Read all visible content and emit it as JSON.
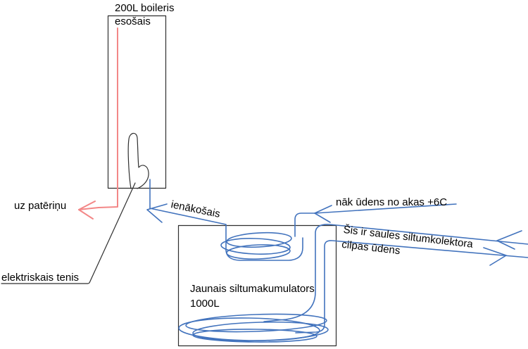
{
  "diagram": {
    "boiler": {
      "title": "200L boileris",
      "subtitle": "esošais"
    },
    "tank": {
      "name": "Jaunais siltumakumulators",
      "capacity": "1000L"
    },
    "labels": {
      "to_consumption": "uz patēriņu",
      "incoming": "ienākošais",
      "well_water": "nāk ūdens no akas +6C",
      "solar_line1": "Šis ir saules siltumkolektora",
      "solar_line2": "cilpas ūdens",
      "heater": "elektriskais tenis"
    },
    "colors": {
      "pipe_blue": "#4273bd",
      "pipe_red": "#f38787",
      "line_black": "#2f2f2f"
    }
  }
}
